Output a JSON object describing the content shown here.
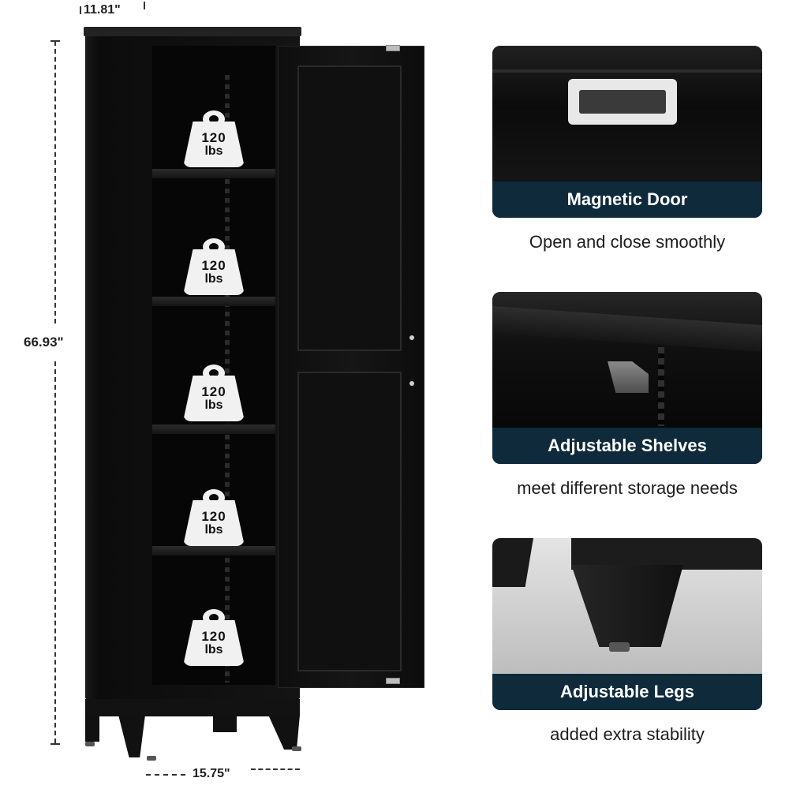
{
  "dimensions": {
    "depth": "11.81\"",
    "height": "66.93\"",
    "width": "15.75\""
  },
  "shelves": {
    "load_number": "120",
    "load_unit": "lbs"
  },
  "features": [
    {
      "title": "Magnetic Door",
      "caption": "Open and close smoothly"
    },
    {
      "title": "Adjustable Shelves",
      "caption": "meet different storage needs"
    },
    {
      "title": "Adjustable Legs",
      "caption": "added extra stability"
    }
  ],
  "colors": {
    "banner": "#0f2a3b",
    "cabinet": "#111111",
    "background": "#ffffff"
  }
}
